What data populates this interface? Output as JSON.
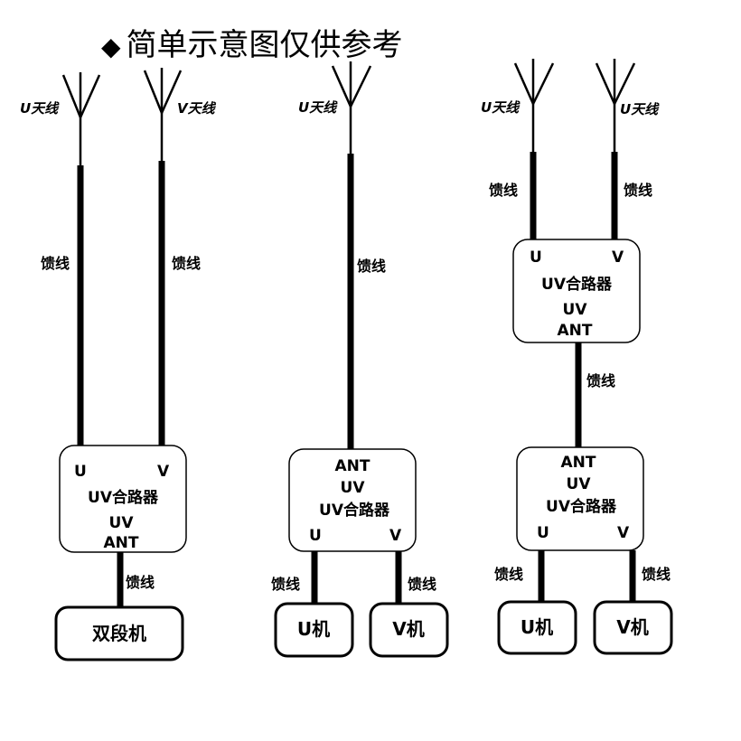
{
  "title": {
    "diamond": "◆",
    "text": "简单示意图仅供参考"
  },
  "labels": {
    "u_antenna": "U天线",
    "v_antenna": "V天线",
    "feeder": "馈线",
    "combiner": "UV合路器",
    "port_u": "U",
    "port_v": "V",
    "port_uv": "UV",
    "port_ant": "ANT",
    "dual_band_radio": "双段机",
    "u_radio": "U机",
    "v_radio": "V机"
  },
  "icons": [
    "antenna-icon"
  ],
  "colors": {
    "line": "#000000",
    "background": "#ffffff"
  }
}
